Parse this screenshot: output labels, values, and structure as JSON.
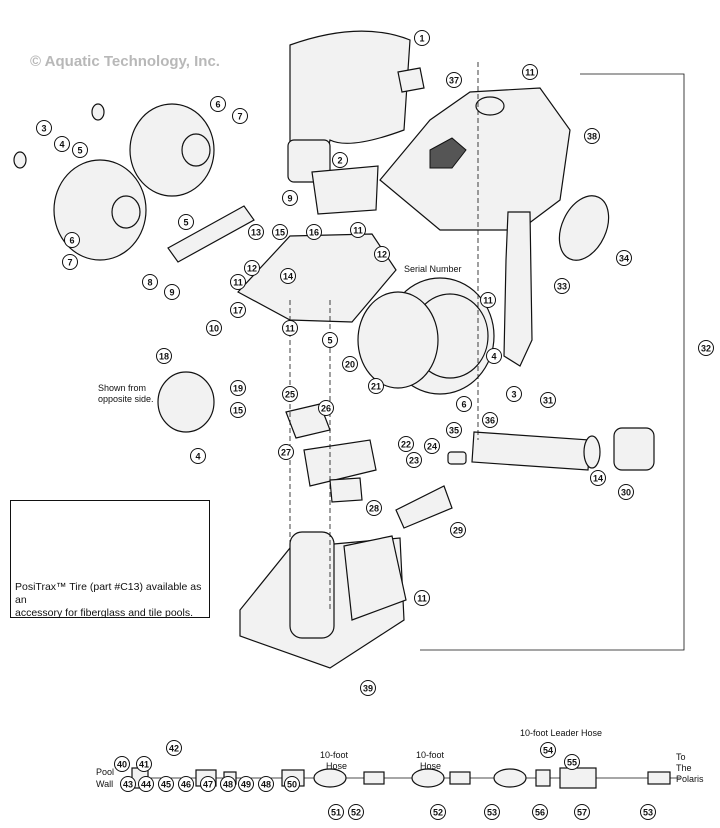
{
  "copyright": "© Aquatic Technology, Inc.",
  "labels": {
    "serial_number": "Serial Number",
    "opposite_side_1": "Shown from",
    "opposite_side_2": "opposite side.",
    "positrax_1": "PosiTrax™ Tire (part #C13) available as an",
    "positrax_2": "accessory for fiberglass and tile pools.",
    "pool": "Pool",
    "wall": "Wall",
    "hose10_a": "10-foot",
    "hose10_b": "Hose",
    "hose10b_a": "10-foot",
    "hose10b_b": "Hose",
    "leader_hose": "10-foot Leader Hose",
    "to": "To",
    "the": "The",
    "polaris": "Polaris"
  },
  "parts": [
    {
      "n": "1"
    },
    {
      "n": "37"
    },
    {
      "n": "11"
    },
    {
      "n": "38"
    },
    {
      "n": "6"
    },
    {
      "n": "7"
    },
    {
      "n": "3"
    },
    {
      "n": "4"
    },
    {
      "n": "5"
    },
    {
      "n": "2"
    },
    {
      "n": "9"
    },
    {
      "n": "13"
    },
    {
      "n": "15"
    },
    {
      "n": "16"
    },
    {
      "n": "11"
    },
    {
      "n": "12"
    },
    {
      "n": "34"
    },
    {
      "n": "5"
    },
    {
      "n": "6"
    },
    {
      "n": "7"
    },
    {
      "n": "8"
    },
    {
      "n": "9"
    },
    {
      "n": "11"
    },
    {
      "n": "12"
    },
    {
      "n": "14"
    },
    {
      "n": "10"
    },
    {
      "n": "17"
    },
    {
      "n": "11"
    },
    {
      "n": "33"
    },
    {
      "n": "11"
    },
    {
      "n": "5"
    },
    {
      "n": "32"
    },
    {
      "n": "20"
    },
    {
      "n": "4"
    },
    {
      "n": "18"
    },
    {
      "n": "19"
    },
    {
      "n": "15"
    },
    {
      "n": "4"
    },
    {
      "n": "3"
    },
    {
      "n": "6"
    },
    {
      "n": "31"
    },
    {
      "n": "21"
    },
    {
      "n": "25"
    },
    {
      "n": "26"
    },
    {
      "n": "22"
    },
    {
      "n": "36"
    },
    {
      "n": "35"
    },
    {
      "n": "24"
    },
    {
      "n": "23"
    },
    {
      "n": "27"
    },
    {
      "n": "14"
    },
    {
      "n": "30"
    },
    {
      "n": "28"
    },
    {
      "n": "29"
    },
    {
      "n": "11"
    },
    {
      "n": "39"
    },
    {
      "n": "42"
    },
    {
      "n": "40"
    },
    {
      "n": "41"
    },
    {
      "n": "43"
    },
    {
      "n": "44"
    },
    {
      "n": "45"
    },
    {
      "n": "46"
    },
    {
      "n": "47"
    },
    {
      "n": "48"
    },
    {
      "n": "49"
    },
    {
      "n": "48"
    },
    {
      "n": "50"
    },
    {
      "n": "51"
    },
    {
      "n": "52"
    },
    {
      "n": "52"
    },
    {
      "n": "53"
    },
    {
      "n": "54"
    },
    {
      "n": "55"
    },
    {
      "n": "56"
    },
    {
      "n": "57"
    },
    {
      "n": "53"
    }
  ]
}
